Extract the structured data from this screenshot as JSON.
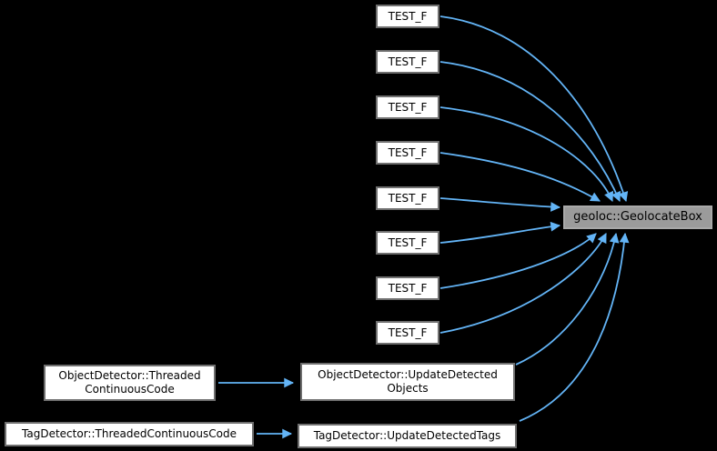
{
  "diagram": {
    "kind": "doxygen-caller-graph",
    "background_color": "#000000",
    "edge_color": "#63b4f6",
    "node_fill": "#ffffff",
    "node_border": "#6f6f6f",
    "target_fill": "#9b9b9b",
    "target_border": "#a9a9a9",
    "nodes": {
      "test_f": {
        "label": "TEST_F",
        "count": 8
      },
      "object_threaded": {
        "line1": "ObjectDetector::Threaded",
        "line2": "ContinuousCode"
      },
      "tag_threaded": {
        "label": "TagDetector::ThreadedContinuousCode"
      },
      "object_update": {
        "line1": "ObjectDetector::UpdateDetected",
        "line2": "Objects"
      },
      "tag_update": {
        "label": "TagDetector::UpdateDetectedTags"
      },
      "target": {
        "label": "geoloc::GeolocateBox"
      }
    },
    "edges": [
      {
        "from": "TEST_F (1)",
        "to": "geoloc::GeolocateBox"
      },
      {
        "from": "TEST_F (2)",
        "to": "geoloc::GeolocateBox"
      },
      {
        "from": "TEST_F (3)",
        "to": "geoloc::GeolocateBox"
      },
      {
        "from": "TEST_F (4)",
        "to": "geoloc::GeolocateBox"
      },
      {
        "from": "TEST_F (5)",
        "to": "geoloc::GeolocateBox"
      },
      {
        "from": "TEST_F (6)",
        "to": "geoloc::GeolocateBox"
      },
      {
        "from": "TEST_F (7)",
        "to": "geoloc::GeolocateBox"
      },
      {
        "from": "TEST_F (8)",
        "to": "geoloc::GeolocateBox"
      },
      {
        "from": "ObjectDetector::ThreadedContinuousCode",
        "to": "ObjectDetector::UpdateDetectedObjects"
      },
      {
        "from": "TagDetector::ThreadedContinuousCode",
        "to": "TagDetector::UpdateDetectedTags"
      },
      {
        "from": "ObjectDetector::UpdateDetectedObjects",
        "to": "geoloc::GeolocateBox"
      },
      {
        "from": "TagDetector::UpdateDetectedTags",
        "to": "geoloc::GeolocateBox"
      }
    ]
  }
}
